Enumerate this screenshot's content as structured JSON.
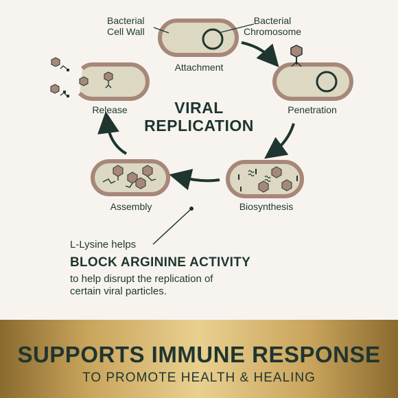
{
  "title": {
    "line1": "VIRAL",
    "line2": "REPLICATION"
  },
  "stages": {
    "attachment": "Attachment",
    "penetration": "Penetration",
    "biosynthesis": "Biosynthesis",
    "assembly": "Assembly",
    "release": "Release"
  },
  "callouts": {
    "cell_wall": [
      "Bacterial",
      "Cell Wall"
    ],
    "chromosome": [
      "Bacterial",
      "Chromosome"
    ]
  },
  "note": {
    "intro": "L-Lysine helps",
    "headline": "BLOCK ARGININE ACTIVITY",
    "body_line1": "to help disrupt the replication of",
    "body_line2": "certain viral particles."
  },
  "banner": {
    "title": "SUPPORTS IMMUNE RESPONSE",
    "subtitle": "TO PROMOTE HEALTH & HEALING"
  },
  "colors": {
    "cell_fill": "#dcd8c2",
    "cell_outline": "#a7877a",
    "dark": "#1f3530",
    "virus_fill": "#a7877a",
    "banner_gold": "#c9a45c"
  }
}
